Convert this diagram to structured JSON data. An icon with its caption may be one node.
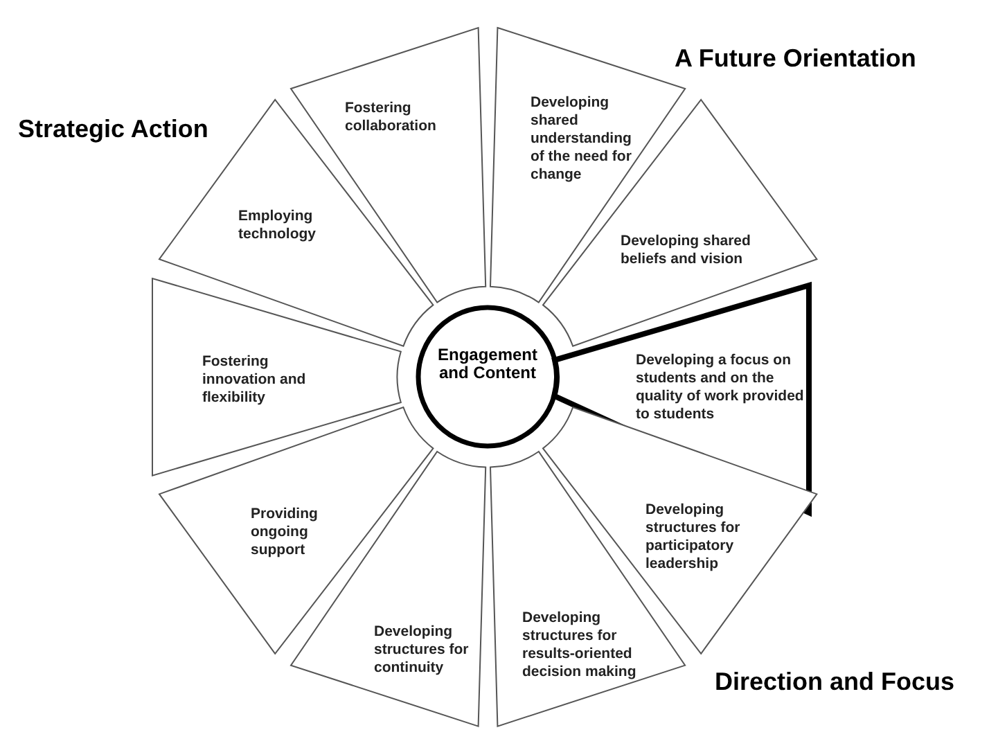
{
  "diagram": {
    "nodes": [
      {
        "text": [
          "Engagement and Content"
        ]
      },
      {
        "text": [
          "Developing shared understanding of the need for change"
        ]
      },
      {
        "text": [
          "Developing shared beliefs and vision"
        ]
      },
      {
        "text": [
          "Developing a focus on students and on the quality of work provided to students"
        ]
      },
      {
        "text": [
          "Developing structures for participatory leadership"
        ]
      },
      {
        "text": [
          "Developing structures for results-oriented decision making"
        ]
      },
      {
        "text": [
          "Developing structures for continuity"
        ]
      },
      {
        "text": [
          "Providing ongoing support"
        ]
      },
      {
        "text": [
          "Fostering innovation and flexibility"
        ]
      },
      {
        "text": [
          "Employing technology"
        ]
      },
      {
        "text": [
          "Fostering collaboration"
        ]
      }
    ],
    "edges": [],
    "labels": [
      "Strategic Action",
      "A Future Orientation",
      "Direction and Focus"
    ]
  }
}
